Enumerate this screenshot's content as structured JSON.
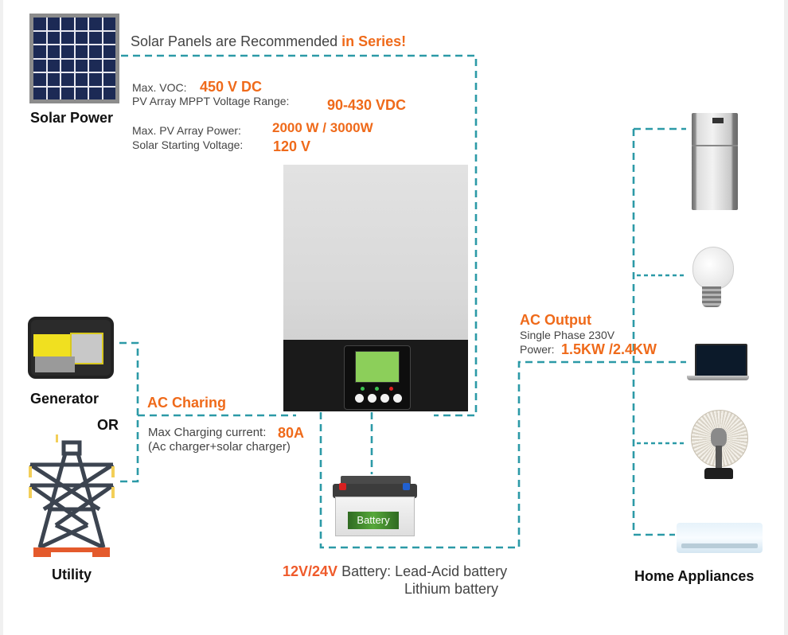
{
  "diagram": {
    "title_prefix": "Solar Panels are Recommended ",
    "title_emphasis": "in Series!",
    "solar": {
      "label": "Solar Power",
      "specs": [
        {
          "label": "Max. VOC:",
          "value": "450 V DC"
        },
        {
          "label": "PV Array MPPT Voltage Range:",
          "value": "90-430 VDC"
        },
        {
          "label": "Max. PV Array Power:",
          "value": "2000 W / 3000W"
        },
        {
          "label": "Solar Starting Voltage:",
          "value": "120 V"
        }
      ]
    },
    "ac_charging": {
      "title": "AC Charing",
      "current_label": "Max Charging current:",
      "current_value": "80A",
      "note": "(Ac charger+solar charger)"
    },
    "sources": {
      "generator_label": "Generator",
      "or_label": "OR",
      "utility_label": "Utility"
    },
    "battery": {
      "icon_label": "Battery",
      "voltage": "12V/24V",
      "type_label": "Battery: Lead-Acid battery",
      "type_line2": "Lithium battery"
    },
    "ac_output": {
      "title": "AC Output",
      "phase": "Single Phase 230V",
      "power_label": "Power:",
      "power_value": "1.5KW /2.4KW"
    },
    "appliances": {
      "label": "Home Appliances",
      "items": [
        "refrigerator",
        "light-bulb",
        "laptop",
        "desk-fan",
        "air-conditioner"
      ]
    },
    "colors": {
      "accent_orange": "#ef6a1a",
      "wire_teal": "#2c9aa7",
      "text_gray": "#444444"
    }
  }
}
